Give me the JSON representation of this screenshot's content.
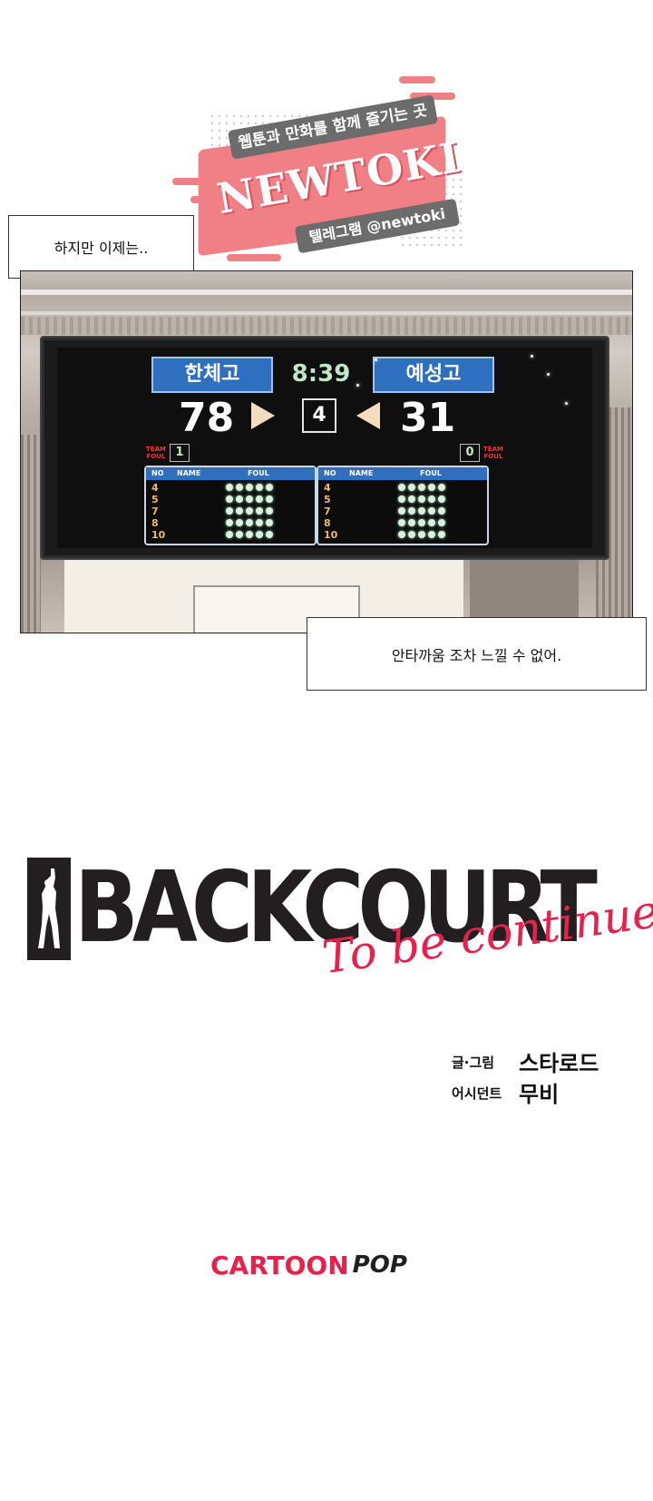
{
  "watermark": {
    "tagline": "웹툰과 만화를 함께 즐기는 곳",
    "brand": "NEWTOKI",
    "handle": "텔레그램 @newtoki"
  },
  "captions": {
    "first": "하지만 이제는..",
    "second": "안타까움 조차 느낄 수 없어."
  },
  "scoreboard": {
    "home_team": "한체고",
    "away_team": "예성고",
    "clock": "8:39",
    "home_score": "78",
    "away_score": "31",
    "period": "4",
    "team_foul_label": "TEAM FOUL",
    "home_team_foul": "1",
    "away_team_foul": "0",
    "columns": {
      "no": "NO",
      "name": "NAME",
      "foul": "FOUL"
    },
    "player_numbers": [
      "4",
      "5",
      "7",
      "8",
      "10"
    ]
  },
  "title": {
    "series": "BACKCOURT",
    "continued": "To be continued"
  },
  "credits": {
    "writer_label": "글·그림",
    "writer": "스타로드",
    "assistant_label": "어시던트",
    "assistant": "무비"
  },
  "publisher": {
    "name_main": "CARTOON",
    "name_sub": "POP"
  },
  "colors": {
    "accent_red": "#e8204c",
    "watermark_pink": "#f07f86",
    "board_blue": "#2e6fc0"
  }
}
